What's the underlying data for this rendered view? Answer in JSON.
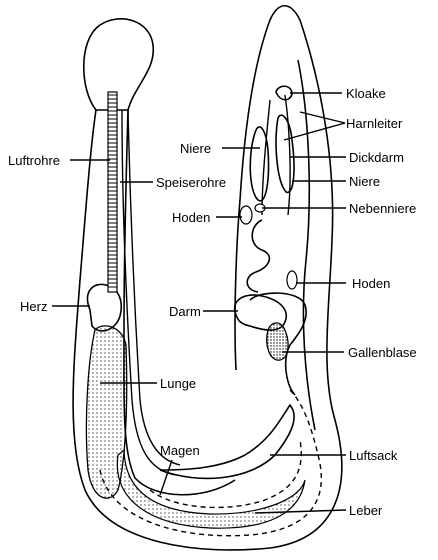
{
  "labels": {
    "kloake": "Kloake",
    "harnleiter": "Harnleiter",
    "niere_left": "Niere",
    "dickdarm": "Dickdarm",
    "niere_right": "Niere",
    "luftrohre": "Luftrohre",
    "speiserohre": "Speiserohre",
    "nebenniere": "Nebenniere",
    "hoden_left": "Hoden",
    "hoden_right": "Hoden",
    "herz": "Herz",
    "darm": "Darm",
    "gallenblase": "Gallenblase",
    "lunge": "Lunge",
    "magen": "Magen",
    "luftsack": "Luftsack",
    "leber": "Leber"
  }
}
